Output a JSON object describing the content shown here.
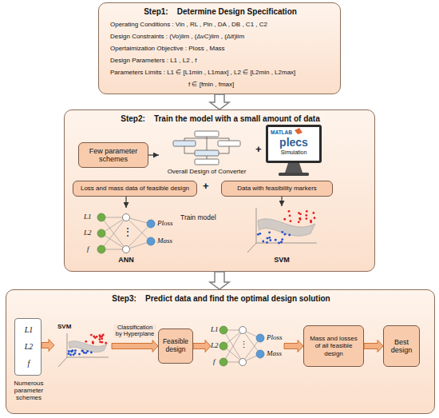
{
  "diagram": {
    "nodes": [
      {
        "text": [
          "Step1:    Determine Design Specification",
          "Operating Conditions : Vin , RL , Pin , DA , DB , C1 , C2",
          "Design Constraints : (Vo)lim , (ΔvC)lim , (Δit)lim",
          "Opertaimization Objective : Ploss , Mass",
          "Design Parameters : L1 , L2 , f",
          "Parameters Limits : L1 ∈ [L1min , L1max] , L2 ∈ [L2min , L2max]",
          "f ∈ [fmin , fmax]"
        ]
      },
      {
        "text": [
          "Step2:    Train the model with a small amount of data"
        ]
      },
      {
        "text": [
          "Few parameter schemes"
        ],
        "in": 1
      },
      {
        "text": [
          "Overall Design of Converter"
        ],
        "in": 1
      },
      {
        "text": [
          "MATLAB",
          "plecs",
          "Simulation"
        ],
        "in": 1
      },
      {
        "text": [
          "Loss and mass data of feasible design"
        ],
        "in": 1
      },
      {
        "text": [
          "Data with feasibility markers"
        ],
        "in": 1
      },
      {
        "text": [
          "L1",
          "L2",
          "f",
          "⋮",
          "Ploss",
          "Mass",
          "ANN"
        ],
        "in": 1
      },
      {
        "text": [
          "SVM"
        ],
        "in": 1
      },
      {
        "text": [
          "Step3:    Predict data and find the optimal design solution"
        ]
      },
      {
        "text": [
          "L1",
          "L2",
          "f",
          "Numerous parameter schemes"
        ],
        "in": 9
      },
      {
        "text": [
          "SVM"
        ],
        "in": 9
      },
      {
        "text": [
          "Feasible design"
        ],
        "in": 9
      },
      {
        "text": [
          "L1",
          "L2",
          "f",
          "⋮",
          "Ploss",
          "Mass"
        ],
        "in": 9
      },
      {
        "text": [
          "Mass and losses of all feasible design"
        ],
        "in": 9
      },
      {
        "text": [
          "Best design"
        ],
        "in": 9
      }
    ],
    "edges": [
      {
        "from": 0,
        "to": 1,
        "arrow": "to"
      },
      {
        "from": 1,
        "to": 9,
        "arrow": "to"
      },
      {
        "from": 2,
        "to": 3,
        "arrow": "to"
      },
      {
        "from": 5,
        "to": 7,
        "arrow": "to"
      },
      {
        "from": 6,
        "to": 8,
        "arrow": "to"
      },
      {
        "from": 10,
        "to": 11,
        "arrow": "to"
      },
      {
        "from": 11,
        "to": 12,
        "label": "Classification by Hyperplane",
        "arrow": "to"
      },
      {
        "from": 12,
        "to": 13,
        "arrow": "to"
      },
      {
        "from": 13,
        "to": 14,
        "arrow": "to"
      },
      {
        "from": 14,
        "to": 15,
        "arrow": "to"
      }
    ],
    "labels": [
      "+",
      "+",
      "Train model"
    ]
  }
}
